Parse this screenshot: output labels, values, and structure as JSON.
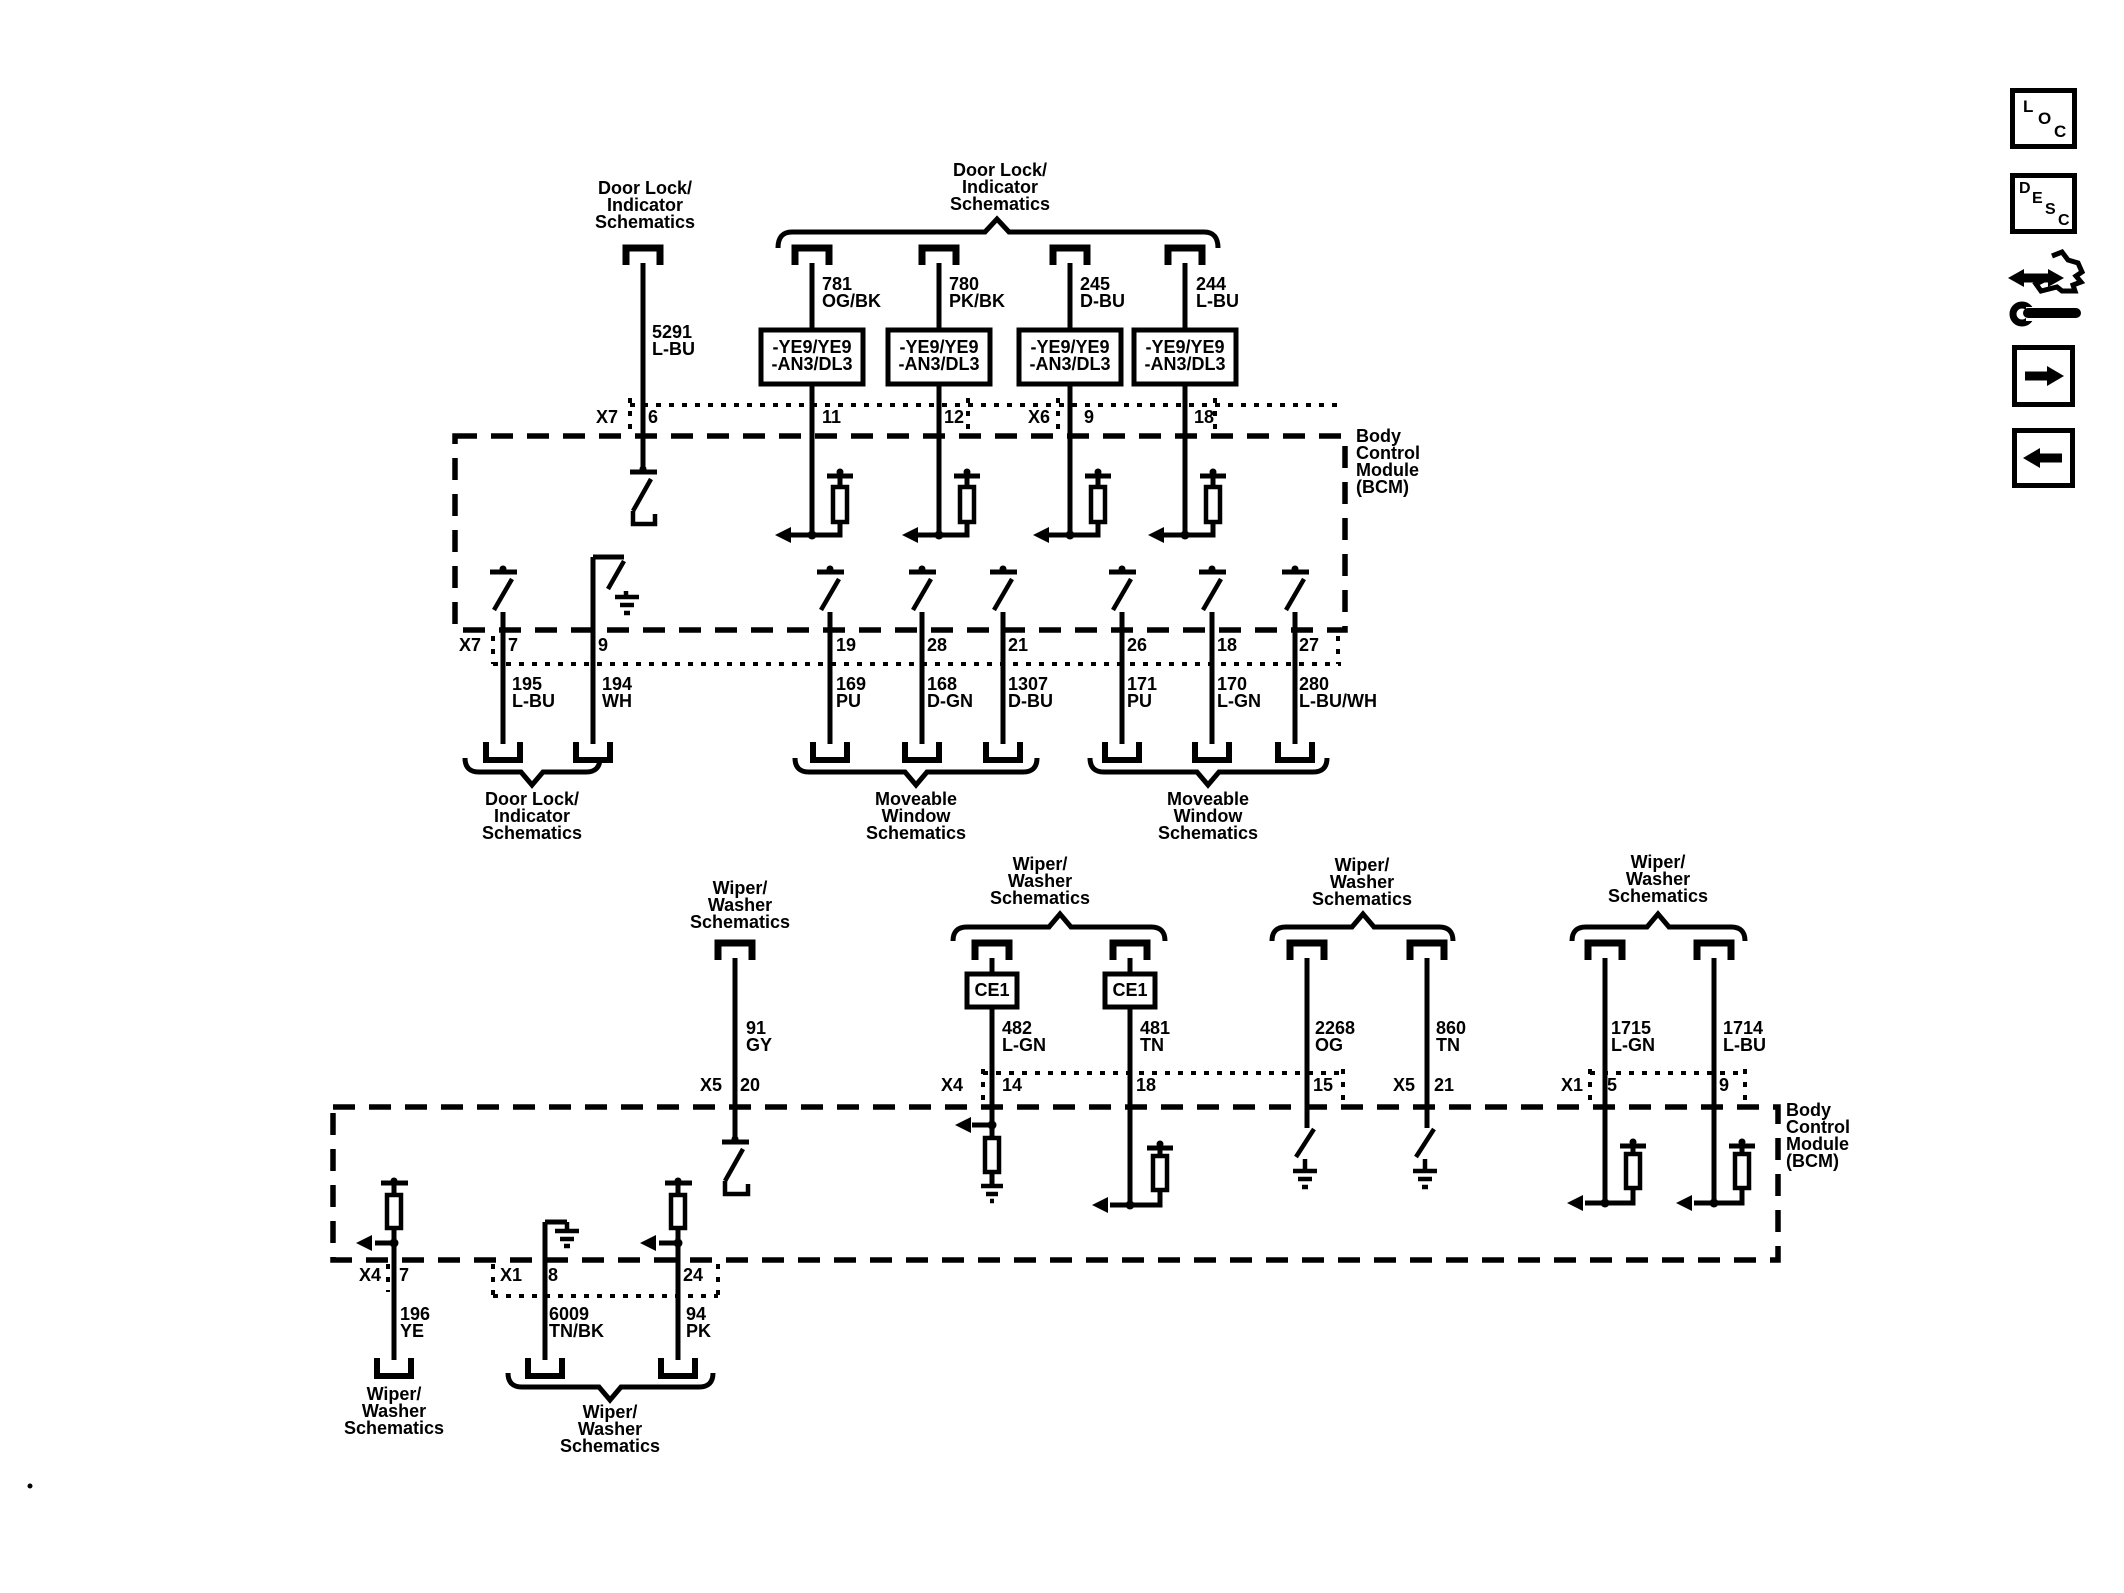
{
  "palette": {
    "background": "#ffffff",
    "ink": "#000000"
  },
  "toolbar": {
    "loc_letters": [
      "L",
      "O",
      "C"
    ],
    "desc_letters": [
      "D",
      "E",
      "S",
      "C"
    ]
  },
  "bcm_label": "Body\nControl\nModule\n(BCM)",
  "diagram1": {
    "door_lock_label": "Door Lock/\nIndicator\nSchematics",
    "moveable_window_label": "Moveable\nWindow\nSchematics",
    "ye9_label": "-YE9/YE9\n-AN3/DL3",
    "top_wires": [
      {
        "circuit": "5291",
        "color": "L-BU"
      },
      {
        "circuit": "781",
        "color": "OG/BK"
      },
      {
        "circuit": "780",
        "color": "PK/BK"
      },
      {
        "circuit": "245",
        "color": "D-BU"
      },
      {
        "circuit": "244",
        "color": "L-BU"
      }
    ],
    "top_pins": [
      {
        "connector": "X7",
        "pin": "6"
      },
      {
        "pin": "11"
      },
      {
        "pin": "12"
      },
      {
        "connector": "X6",
        "pin": "9"
      },
      {
        "pin": "18"
      }
    ],
    "bottom_pins": [
      {
        "connector": "X7",
        "pin": "7"
      },
      {
        "pin": "9"
      },
      {
        "pin": "19"
      },
      {
        "pin": "28"
      },
      {
        "pin": "21"
      },
      {
        "pin": "26"
      },
      {
        "pin": "18"
      },
      {
        "pin": "27"
      }
    ],
    "bottom_wires": [
      {
        "circuit": "195",
        "color": "L-BU"
      },
      {
        "circuit": "194",
        "color": "WH"
      },
      {
        "circuit": "169",
        "color": "PU"
      },
      {
        "circuit": "168",
        "color": "D-GN"
      },
      {
        "circuit": "1307",
        "color": "D-BU"
      },
      {
        "circuit": "171",
        "color": "PU"
      },
      {
        "circuit": "170",
        "color": "L-GN"
      },
      {
        "circuit": "280",
        "color": "L-BU/WH"
      }
    ]
  },
  "diagram2": {
    "wiper_washer_label": "Wiper/\nWasher\nSchematics",
    "ce1_label": "CE1",
    "top_wires": [
      {
        "circuit": "91",
        "color": "GY"
      },
      {
        "circuit": "482",
        "color": "L-GN"
      },
      {
        "circuit": "481",
        "color": "TN"
      },
      {
        "circuit": "2268",
        "color": "OG"
      },
      {
        "circuit": "860",
        "color": "TN"
      },
      {
        "circuit": "1715",
        "color": "L-GN"
      },
      {
        "circuit": "1714",
        "color": "L-BU"
      }
    ],
    "top_pins": [
      {
        "connector": "X5",
        "pin": "20"
      },
      {
        "connector": "X4",
        "pin": "14"
      },
      {
        "pin": "18"
      },
      {
        "pin": "15"
      },
      {
        "connector": "X5",
        "pin": "21"
      },
      {
        "connector": "X1",
        "pin": "5"
      },
      {
        "pin": "9"
      }
    ],
    "bottom_pins": [
      {
        "connector": "X4",
        "pin": "7"
      },
      {
        "connector": "X1",
        "pin": "8"
      },
      {
        "pin": "24"
      }
    ],
    "bottom_wires": [
      {
        "circuit": "196",
        "color": "YE"
      },
      {
        "circuit": "6009",
        "color": "TN/BK"
      },
      {
        "circuit": "94",
        "color": "PK"
      }
    ]
  }
}
